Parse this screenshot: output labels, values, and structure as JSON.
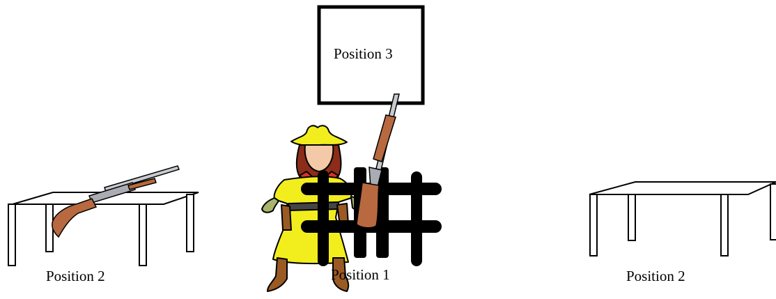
{
  "labels": {
    "box": "Position 3",
    "center": "Position 1",
    "left": "Position 2",
    "right": "Position 2"
  },
  "colors": {
    "outline": "#000000",
    "cowgirl_dress": "#f2ee1e",
    "skin": "#f3c9a7",
    "hair": "#8a2d19",
    "boots": "#9a5a24",
    "gloves": "#a7b56c",
    "bandana": "#d9322a",
    "gun_stock": "#b8693f",
    "gun_metal": "#b9bcc2"
  },
  "icons": {
    "cowgirl": "cowgirl-figure",
    "rifle": "rifle-icon",
    "table": "table-icon",
    "hash": "hash-symbol"
  }
}
